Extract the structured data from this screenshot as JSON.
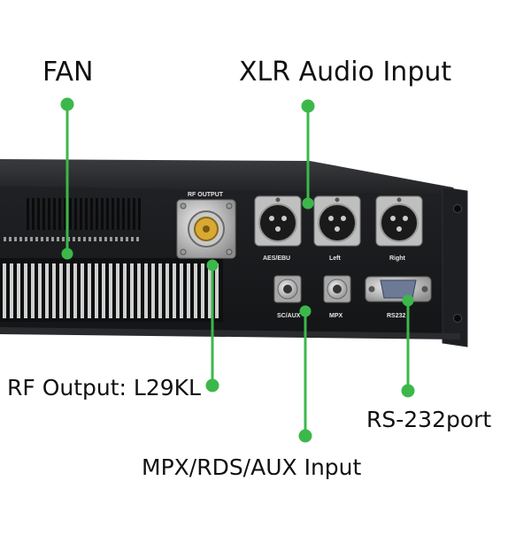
{
  "callouts": {
    "fan": "FAN",
    "xlr": "XLR Audio Input",
    "rf_output": "RF Output: L29KL",
    "rs232": "RS-232port",
    "mpx": "MPX/RDS/AUX Input"
  },
  "panel_labels": {
    "rf_output": "RF OUTPUT",
    "aes_ebu": "AES/EBU",
    "left": "Left",
    "right": "Right",
    "sc_aux": "SC/AUX",
    "mpx": "MPX",
    "rs232": "RS232"
  },
  "colors": {
    "callout_green": "#3cb84a",
    "panel": "#1b1c1e"
  }
}
